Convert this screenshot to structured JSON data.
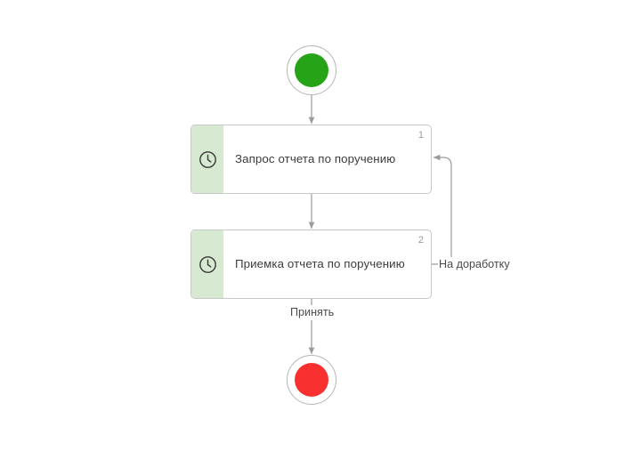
{
  "diagram": {
    "type": "bpmn-workflow",
    "background_color": "#ffffff",
    "edge_color": "#9b9b9b"
  },
  "nodes": {
    "start": {
      "name": "start-event",
      "shape": "circle",
      "core_color": "#27a317",
      "ring_color": "#b6b6b6"
    },
    "end": {
      "name": "end-event",
      "shape": "circle",
      "core_color": "#f93030",
      "ring_color": "#b6b6b6"
    },
    "tasks": [
      {
        "index": "1",
        "label": "Запрос отчета по поручению",
        "icon": "clock-icon",
        "stripe_color": "#d7ead1",
        "border_color": "#c8c8c8"
      },
      {
        "index": "2",
        "label": "Приемка отчета по поручению",
        "icon": "clock-icon",
        "stripe_color": "#d7ead1",
        "border_color": "#c8c8c8"
      }
    ]
  },
  "edges": [
    {
      "id": "start-to-task1",
      "label": ""
    },
    {
      "id": "task1-to-task2",
      "label": ""
    },
    {
      "id": "task2-to-task1-rework",
      "label": "На доработку"
    },
    {
      "id": "task2-to-end",
      "label": "Принять"
    }
  ],
  "labels": {
    "rework": "На доработку",
    "accept": "Принять"
  }
}
